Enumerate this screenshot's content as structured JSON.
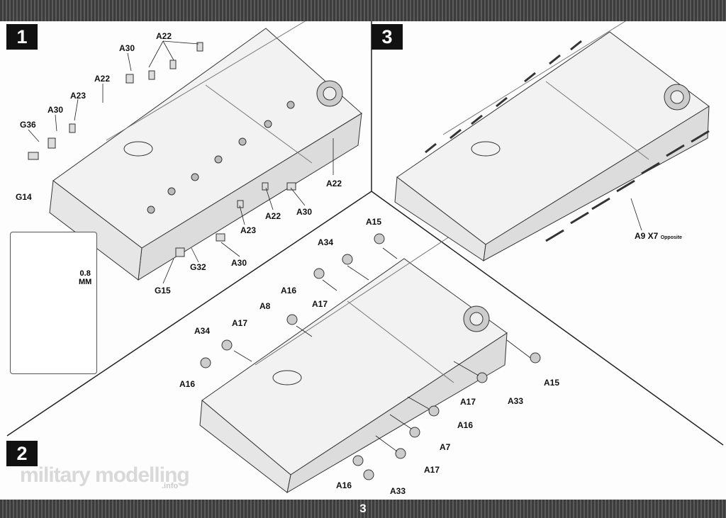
{
  "page_number": "3",
  "steps": {
    "s1": "1",
    "s2": "2",
    "s3": "3"
  },
  "detail": {
    "size_value": "0.8",
    "size_unit": "MM"
  },
  "step1_labels": [
    "A22",
    "A30",
    "A22",
    "A23",
    "A30",
    "G36",
    "G14",
    "A22",
    "A30",
    "A22",
    "A23",
    "A30",
    "G32",
    "G15"
  ],
  "step2_labels": [
    "A15",
    "A34",
    "A16",
    "A17",
    "A8",
    "A17",
    "A34",
    "A16",
    "A15",
    "A33",
    "A17",
    "A16",
    "A7",
    "A17",
    "A16",
    "A33"
  ],
  "step3_note": {
    "label": "A9 X7",
    "qualifier": "Opposite"
  },
  "watermark": {
    "main": "military modelling",
    "sub": ".info"
  }
}
